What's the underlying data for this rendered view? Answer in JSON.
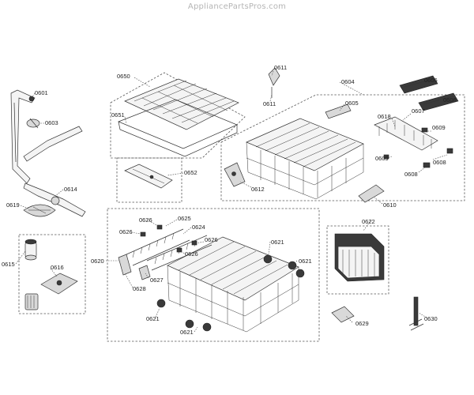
{
  "watermark": "AppliancePartsPros.com",
  "labels": {
    "p0601": "0601",
    "p0603": "0603",
    "p0614": "0614",
    "p0619": "0619",
    "p0615": "0615",
    "p0616": "0616",
    "p0650": "0650",
    "p0651": "0651",
    "p0652": "0652",
    "p0611a": "0611",
    "p0611b": "0611",
    "p0604": "0604",
    "p0605": "0605",
    "p0606a": "0606",
    "p0606b": "0606",
    "p0618": "0618",
    "p0607": "0607",
    "p0609a": "0609",
    "p0609b": "0609",
    "p0608a": "0608",
    "p0608b": "0608",
    "p0612": "0612",
    "p0610": "0610",
    "p0622": "0622",
    "p0629": "0629",
    "p0630": "0630",
    "p0620": "0620",
    "p0625": "0625",
    "p0624": "0624",
    "p0626a": "0626",
    "p0626b": "0626",
    "p0626c": "0626",
    "p0626d": "0626",
    "p0627": "0627",
    "p0628": "0628",
    "p0621a": "0621",
    "p0621b": "0621",
    "p0621c": "0621",
    "p0621d": "0621"
  }
}
